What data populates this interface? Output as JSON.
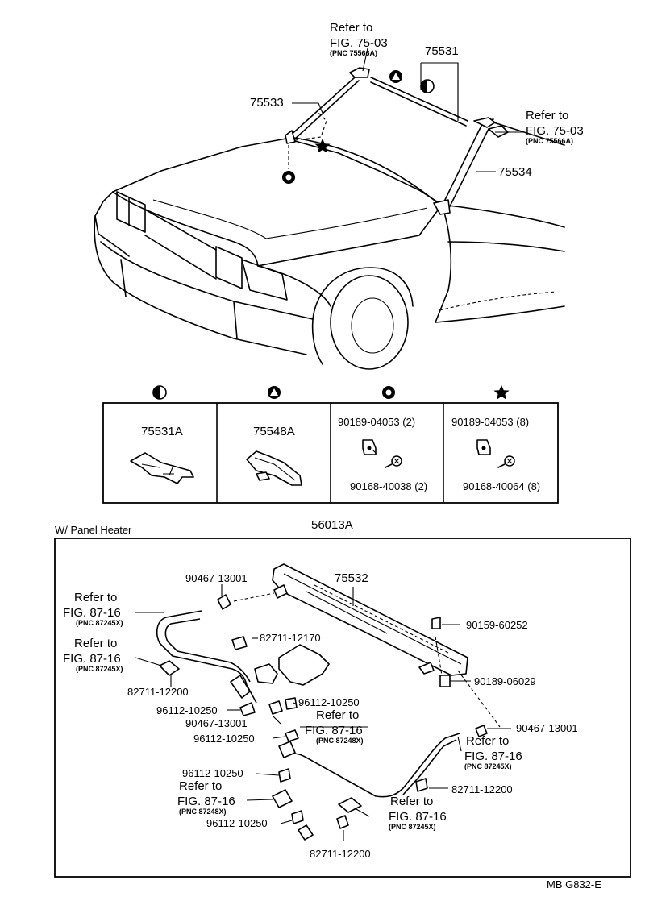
{
  "top": {
    "ref_left": {
      "line1": "Refer to",
      "line2": "FIG. 75-03",
      "line3": "(PNC 75566A)"
    },
    "ref_right": {
      "line1": "Refer to",
      "line2": "FIG. 75-03",
      "line3": "(PNC 75566A)"
    },
    "parts": {
      "p75531": "75531",
      "p75533": "75533",
      "p75534": "75534"
    }
  },
  "legend": {
    "cells": [
      {
        "symbol": "half-circle-symbol",
        "part": "75531A"
      },
      {
        "symbol": "triangle-in-circle-symbol",
        "part": "75548A"
      },
      {
        "symbol": "ring-symbol",
        "part_a": "90189-04053 (2)",
        "part_b": "90168-40038 (2)"
      },
      {
        "symbol": "star-symbol",
        "part_a": "90189-04053 (8)",
        "part_b": "90168-40064 (8)"
      }
    ]
  },
  "lower": {
    "caption": "W/ Panel Heater",
    "assembly": "56013A",
    "parts": {
      "p75532": "75532",
      "c90467a": "90467-13001",
      "c82711a": "82711-12170",
      "c90159": "90159-60252",
      "c90189": "90189-06029",
      "c82711b": "82711-12200",
      "c96112a": "96112-10250",
      "c96112b": "96112-10250",
      "c90467b": "90467-13001",
      "c96112c": "96112-10250",
      "c90467c": "90467-13001",
      "c96112d": "96112-10250",
      "c82711c": "82711-12200",
      "c96112e": "96112-10250",
      "c82711d": "82711-12200"
    },
    "refs": [
      {
        "line1": "Refer to",
        "line2": "FIG. 87-16",
        "line3": "(PNC 87245X)"
      },
      {
        "line1": "Refer to",
        "line2": "FIG. 87-16",
        "line3": "(PNC 87245X)"
      },
      {
        "line1": "Refer to",
        "line2": "FIG. 87-16",
        "line3": "(PNC 87248X)"
      },
      {
        "line1": "Refer to",
        "line2": "FIG. 87-16",
        "line3": "(PNC 87245X)"
      },
      {
        "line1": "Refer to",
        "line2": "FIG. 87-16",
        "line3": "(PNC 87248X)"
      },
      {
        "line1": "Refer to",
        "line2": "FIG. 87-16",
        "line3": "(PNC 87245X)"
      }
    ]
  },
  "footer": {
    "code": "MB G832-E"
  }
}
